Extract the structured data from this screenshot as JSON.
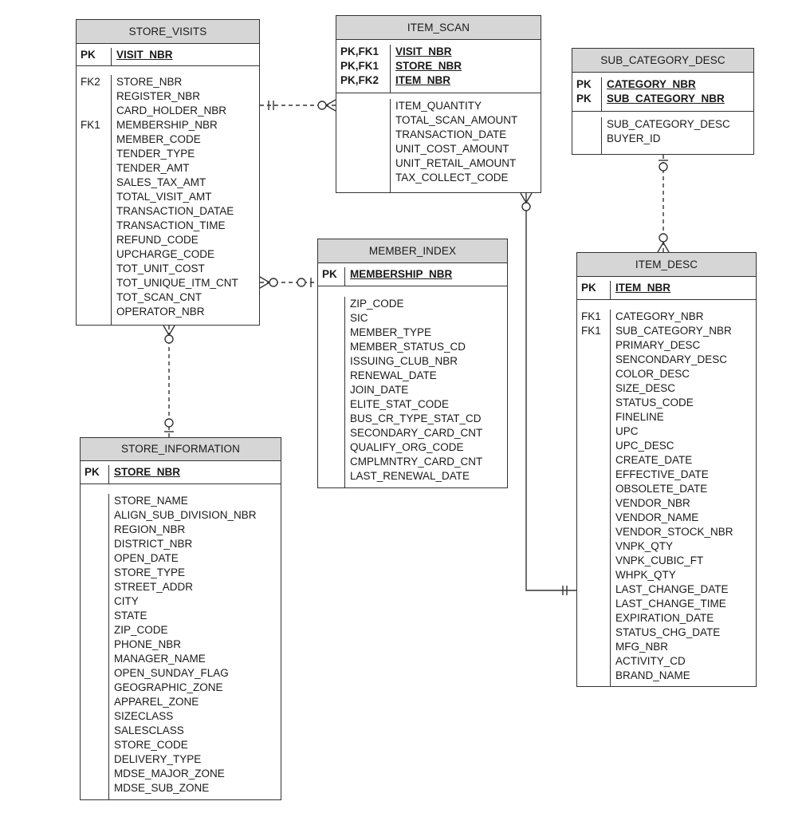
{
  "entities": {
    "store_visits": {
      "title": "STORE_VISITS",
      "pk": [
        {
          "key": "PK",
          "name": "VISIT_NBR"
        }
      ],
      "attrs": [
        {
          "key": "FK2",
          "name": "STORE_NBR"
        },
        {
          "key": "",
          "name": "REGISTER_NBR"
        },
        {
          "key": "",
          "name": "CARD_HOLDER_NBR"
        },
        {
          "key": "FK1",
          "name": "MEMBERSHIP_NBR"
        },
        {
          "key": "",
          "name": "MEMBER_CODE"
        },
        {
          "key": "",
          "name": "TENDER_TYPE"
        },
        {
          "key": "",
          "name": "TENDER_AMT"
        },
        {
          "key": "",
          "name": "SALES_TAX_AMT"
        },
        {
          "key": "",
          "name": "TOTAL_VISIT_AMT"
        },
        {
          "key": "",
          "name": "TRANSACTION_DATAE"
        },
        {
          "key": "",
          "name": "TRANSACTION_TIME"
        },
        {
          "key": "",
          "name": "REFUND_CODE"
        },
        {
          "key": "",
          "name": "UPCHARGE_CODE"
        },
        {
          "key": "",
          "name": "TOT_UNIT_COST"
        },
        {
          "key": "",
          "name": "TOT_UNIQUE_ITM_CNT"
        },
        {
          "key": "",
          "name": "TOT_SCAN_CNT"
        },
        {
          "key": "",
          "name": "OPERATOR_NBR"
        }
      ]
    },
    "item_scan": {
      "title": "ITEM_SCAN",
      "pk": [
        {
          "key": "PK,FK1",
          "name": "VISIT_NBR"
        },
        {
          "key": "PK,FK1",
          "name": "STORE_NBR"
        },
        {
          "key": "PK,FK2",
          "name": "ITEM_NBR"
        }
      ],
      "attrs": [
        {
          "key": "",
          "name": "ITEM_QUANTITY"
        },
        {
          "key": "",
          "name": "TOTAL_SCAN_AMOUNT"
        },
        {
          "key": "",
          "name": "TRANSACTION_DATE"
        },
        {
          "key": "",
          "name": "UNIT_COST_AMOUNT"
        },
        {
          "key": "",
          "name": "UNIT_RETAIL_AMOUNT"
        },
        {
          "key": "",
          "name": "TAX_COLLECT_CODE"
        }
      ]
    },
    "sub_category_desc": {
      "title": "SUB_CATEGORY_DESC",
      "pk": [
        {
          "key": "PK",
          "name": "CATEGORY_NBR"
        },
        {
          "key": "PK",
          "name": "SUB_CATEGORY_NBR"
        }
      ],
      "attrs": [
        {
          "key": "",
          "name": "SUB_CATEGORY_DESC"
        },
        {
          "key": "",
          "name": "BUYER_ID"
        }
      ]
    },
    "member_index": {
      "title": "MEMBER_INDEX",
      "pk": [
        {
          "key": "PK",
          "name": "MEMBERSHIP_NBR"
        }
      ],
      "attrs": [
        {
          "key": "",
          "name": "ZIP_CODE"
        },
        {
          "key": "",
          "name": "SIC"
        },
        {
          "key": "",
          "name": "MEMBER_TYPE"
        },
        {
          "key": "",
          "name": "MEMBER_STATUS_CD"
        },
        {
          "key": "",
          "name": "ISSUING_CLUB_NBR"
        },
        {
          "key": "",
          "name": "RENEWAL_DATE"
        },
        {
          "key": "",
          "name": "JOIN_DATE"
        },
        {
          "key": "",
          "name": "ELITE_STAT_CODE"
        },
        {
          "key": "",
          "name": "BUS_CR_TYPE_STAT_CD"
        },
        {
          "key": "",
          "name": "SECONDARY_CARD_CNT"
        },
        {
          "key": "",
          "name": "QUALIFY_ORG_CODE"
        },
        {
          "key": "",
          "name": "CMPLMNTRY_CARD_CNT"
        },
        {
          "key": "",
          "name": "LAST_RENEWAL_DATE"
        }
      ]
    },
    "item_desc": {
      "title": "ITEM_DESC",
      "pk": [
        {
          "key": "PK",
          "name": "ITEM_NBR"
        }
      ],
      "attrs": [
        {
          "key": "FK1",
          "name": "CATEGORY_NBR"
        },
        {
          "key": "FK1",
          "name": "SUB_CATEGORY_NBR"
        },
        {
          "key": "",
          "name": "PRIMARY_DESC"
        },
        {
          "key": "",
          "name": "SENCONDARY_DESC"
        },
        {
          "key": "",
          "name": "COLOR_DESC"
        },
        {
          "key": "",
          "name": "SIZE_DESC"
        },
        {
          "key": "",
          "name": "STATUS_CODE"
        },
        {
          "key": "",
          "name": "FINELINE"
        },
        {
          "key": "",
          "name": "UPC"
        },
        {
          "key": "",
          "name": "UPC_DESC"
        },
        {
          "key": "",
          "name": "CREATE_DATE"
        },
        {
          "key": "",
          "name": "EFFECTIVE_DATE"
        },
        {
          "key": "",
          "name": "OBSOLETE_DATE"
        },
        {
          "key": "",
          "name": "VENDOR_NBR"
        },
        {
          "key": "",
          "name": "VENDOR_NAME"
        },
        {
          "key": "",
          "name": "VENDOR_STOCK_NBR"
        },
        {
          "key": "",
          "name": "VNPK_QTY"
        },
        {
          "key": "",
          "name": "VNPK_CUBIC_FT"
        },
        {
          "key": "",
          "name": "WHPK_QTY"
        },
        {
          "key": "",
          "name": "LAST_CHANGE_DATE"
        },
        {
          "key": "",
          "name": "LAST_CHANGE_TIME"
        },
        {
          "key": "",
          "name": "EXPIRATION_DATE"
        },
        {
          "key": "",
          "name": "STATUS_CHG_DATE"
        },
        {
          "key": "",
          "name": "MFG_NBR"
        },
        {
          "key": "",
          "name": "ACTIVITY_CD"
        },
        {
          "key": "",
          "name": "BRAND_NAME"
        }
      ]
    },
    "store_information": {
      "title": "STORE_INFORMATION",
      "pk": [
        {
          "key": "PK",
          "name": "STORE_NBR"
        }
      ],
      "attrs": [
        {
          "key": "",
          "name": "STORE_NAME"
        },
        {
          "key": "",
          "name": "ALIGN_SUB_DIVISION_NBR"
        },
        {
          "key": "",
          "name": "REGION_NBR"
        },
        {
          "key": "",
          "name": "DISTRICT_NBR"
        },
        {
          "key": "",
          "name": "OPEN_DATE"
        },
        {
          "key": "",
          "name": "STORE_TYPE"
        },
        {
          "key": "",
          "name": "STREET_ADDR"
        },
        {
          "key": "",
          "name": "CITY"
        },
        {
          "key": "",
          "name": "STATE"
        },
        {
          "key": "",
          "name": "ZIP_CODE"
        },
        {
          "key": "",
          "name": "PHONE_NBR"
        },
        {
          "key": "",
          "name": "MANAGER_NAME"
        },
        {
          "key": "",
          "name": "OPEN_SUNDAY_FLAG"
        },
        {
          "key": "",
          "name": "GEOGRAPHIC_ZONE"
        },
        {
          "key": "",
          "name": "APPAREL_ZONE"
        },
        {
          "key": "",
          "name": "SIZECLASS"
        },
        {
          "key": "",
          "name": "SALESCLASS"
        },
        {
          "key": "",
          "name": "STORE_CODE"
        },
        {
          "key": "",
          "name": "DELIVERY_TYPE"
        },
        {
          "key": "",
          "name": "MDSE_MAJOR_ZONE"
        },
        {
          "key": "",
          "name": "MDSE_SUB_ZONE"
        }
      ]
    }
  },
  "relationships": [
    {
      "from": "store_visits",
      "to": "item_scan",
      "from_end": "one-only",
      "to_end": "zero-or-many",
      "line": "dashed"
    },
    {
      "from": "store_visits",
      "to": "member_index",
      "from_end": "zero-or-many",
      "to_end": "zero-or-one",
      "line": "dashed"
    },
    {
      "from": "store_visits",
      "to": "store_information",
      "from_end": "zero-or-many",
      "to_end": "zero-or-one",
      "line": "dashed"
    },
    {
      "from": "sub_category_desc",
      "to": "item_desc",
      "from_end": "zero-or-one",
      "to_end": "zero-or-many",
      "line": "dashed"
    },
    {
      "from": "item_scan",
      "to": "item_desc",
      "from_end": "zero-or-many",
      "to_end": "one-only",
      "line": "solid"
    }
  ],
  "colors": {
    "header_fill": "#d6d6d6",
    "border": "#333333",
    "line": "#333333"
  }
}
